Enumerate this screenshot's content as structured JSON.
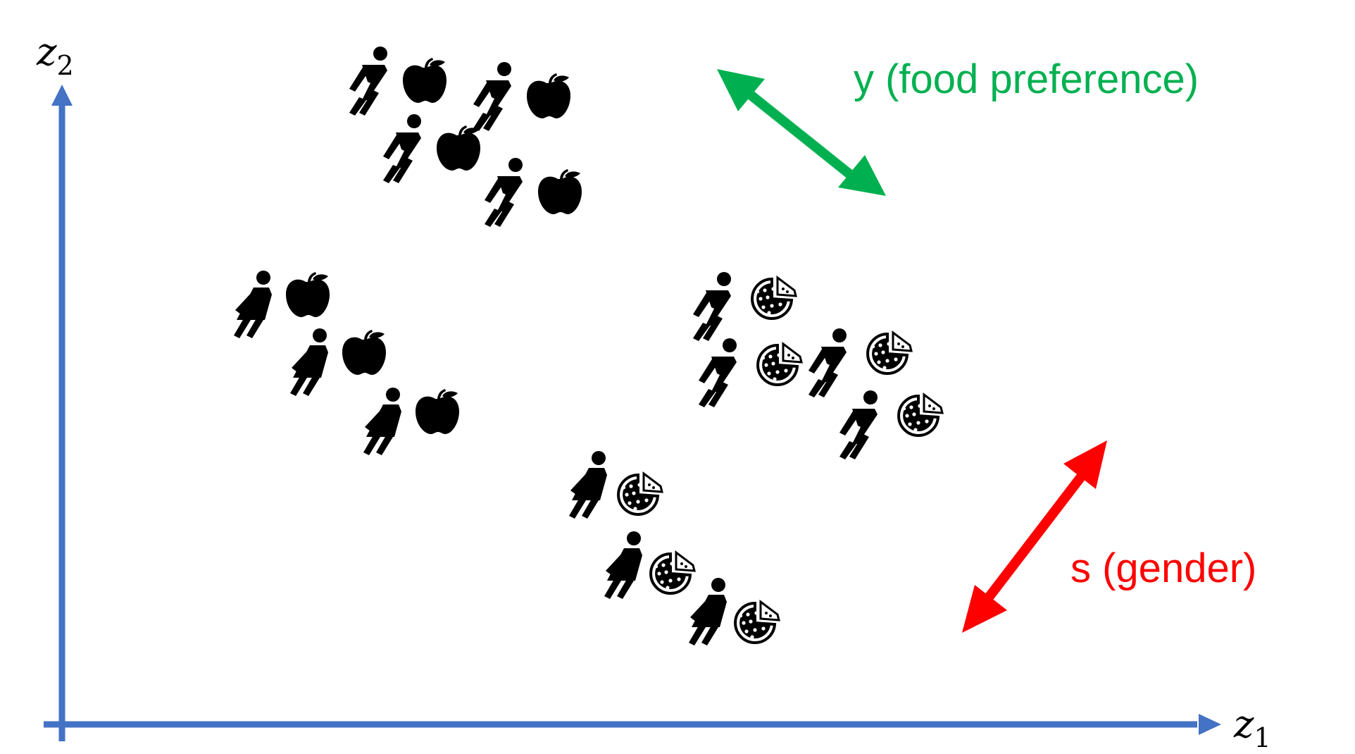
{
  "axes": {
    "x_label": "z",
    "x_subscript": "1",
    "y_label": "z",
    "y_subscript": "2",
    "color": "#4472c4"
  },
  "factors": {
    "y": {
      "label": "y (food preference)",
      "color": "#00b050"
    },
    "s": {
      "label": "s (gender)",
      "color": "#ff0000"
    }
  },
  "groups": [
    {
      "person": "man",
      "food": "apple",
      "count": 4
    },
    {
      "person": "woman",
      "food": "apple",
      "count": 3
    },
    {
      "person": "man",
      "food": "pizza",
      "count": 4
    },
    {
      "person": "woman",
      "food": "pizza",
      "count": 3
    }
  ]
}
